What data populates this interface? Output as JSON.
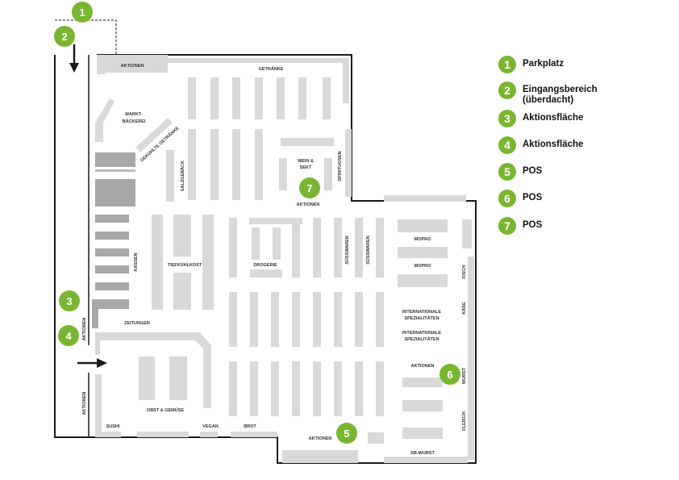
{
  "colors": {
    "shelf": "#d9d9d9",
    "dark_shelf": "#a8a8a8",
    "wall": "#1a1a1a",
    "badge": "#7ab532",
    "label": "#333333"
  },
  "labels": {
    "aktionen_top": "AKTIONEN",
    "getraenke": "GETRÄNKE",
    "markt_baeckerei_1": "MARKT-",
    "markt_baeckerei_2": "BÄCKEREI",
    "gekuehlte_getraenke": "GEKÜHLTE GETRÄNKE",
    "salzgebaeck": "SALZGEBÄCK",
    "wein_sekt_1": "WEIN &",
    "wein_sekt_2": "SEKT",
    "spirituosen": "SPIRITUOSEN",
    "aktionen_mid": "AKTIONEN",
    "kassen": "KASSEN",
    "tiefkuehlkost": "TIEFKÜHLKOST",
    "drogerie": "DROGERIE",
    "suesswaren_1": "SÜSSWAREN",
    "suesswaren_2": "SÜSSWAREN",
    "mopro_1": "MOPRO",
    "mopro_2": "MOPRO",
    "fisch": "FISCH",
    "internationale_1a": "INTERNATIONALE",
    "internationale_1b": "SPEZIALITÄTEN",
    "internationale_2a": "INTERNATIONALE",
    "internationale_2b": "SPEZIALITÄTEN",
    "kaese": "KÄSE",
    "zeitungen": "ZEITUNGEN",
    "aktionen_left_1": "AKTIONEN",
    "aktionen_left_2": "AKTIONEN",
    "aktionen_right": "AKTIONEN",
    "wurst": "WURST",
    "fleisch": "FLEISCH",
    "obst_gemuese": "OBST & GEMÜSE",
    "sushi": "SUSHI",
    "vegan": "VEGAN",
    "brot": "BROT",
    "aktionen_bottom": "AKTIONEN",
    "sb_wurst": "SB-WURST"
  },
  "badges": {
    "b1": "1",
    "b2": "2",
    "b3": "3",
    "b4": "4",
    "b5": "5",
    "b6": "6",
    "b7": "7"
  },
  "legend": [
    {
      "number": "1",
      "text": "Parkplatz"
    },
    {
      "number": "2",
      "text": "Eingangsbereich (überdacht)"
    },
    {
      "number": "3",
      "text": "Aktionsfläche"
    },
    {
      "number": "4",
      "text": "Aktionsfläche"
    },
    {
      "number": "5",
      "text": "POS"
    },
    {
      "number": "6",
      "text": "POS"
    },
    {
      "number": "7",
      "text": "POS"
    }
  ]
}
